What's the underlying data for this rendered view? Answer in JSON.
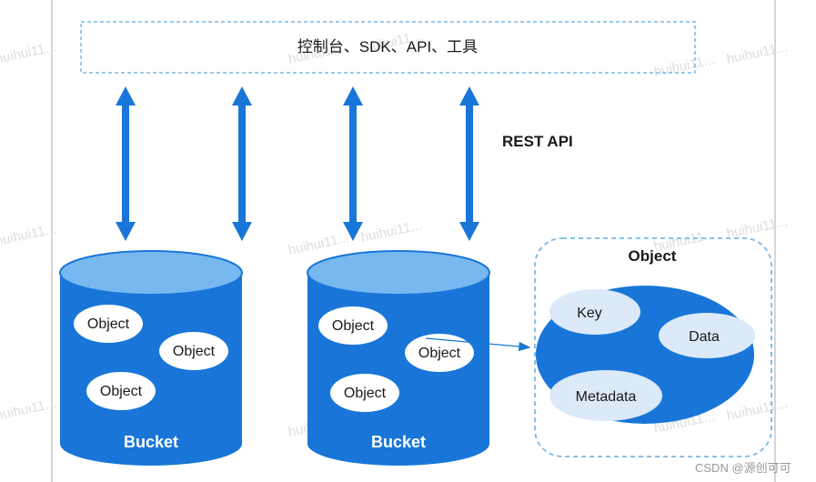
{
  "colors": {
    "primary": "#1976d8",
    "bucket_top": "#78b8f0",
    "ellipse": "#e6f0fb",
    "dashed": "#7ab8e6",
    "frame": "#c9c9c9"
  },
  "top_box": {
    "label": "控制台、SDK、API、工具",
    "icon": "none"
  },
  "rest_api_label": "REST API",
  "buckets": [
    {
      "label": "Bucket",
      "objects": [
        "Object",
        "Object",
        "Object"
      ]
    },
    {
      "label": "Bucket",
      "objects": [
        "Object",
        "Object",
        "Object"
      ]
    }
  ],
  "object_detail": {
    "title": "Object",
    "parts": [
      "Key",
      "Data",
      "Metadata"
    ]
  },
  "watermark": "huihui11...",
  "credit": "CSDN @源创可可"
}
